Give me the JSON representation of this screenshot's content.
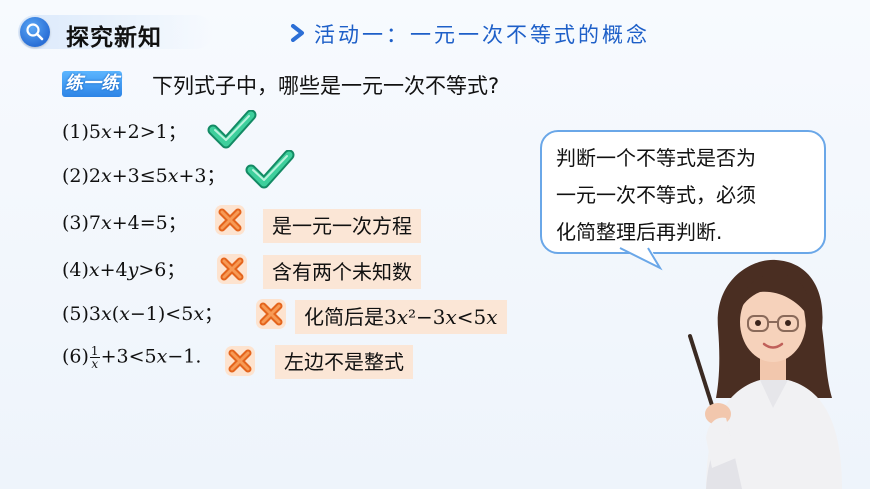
{
  "header": {
    "section_title": "探究新知",
    "activity_title": "活动一：一元一次不等式的概念"
  },
  "practice": {
    "tag": "练一练",
    "question": "下列式子中，哪些是一元一次不等式?"
  },
  "items": [
    {
      "label": "(1)5x+2>1；",
      "correct": true
    },
    {
      "label": "(2)2x+3≤5x+3；",
      "correct": true
    },
    {
      "label": "(3)7x+4=5；",
      "correct": false,
      "note": "是一元一次方程"
    },
    {
      "label": "(4)x+4y>6；",
      "correct": false,
      "note": "含有两个未知数"
    },
    {
      "label": "(5)3x(x−1)<5x；",
      "correct": false,
      "note": "化简后是3x²−3x<5x"
    },
    {
      "label": "(6)1/x+3<5x−1.",
      "correct": false,
      "note": "左边不是整式"
    }
  ],
  "bubble": {
    "text_lines": [
      "判断一个不等式是否为",
      "一元一次不等式，必须",
      "化简整理后再判断."
    ]
  },
  "colors": {
    "accent": "#1d5fc8",
    "check": "#2fbf8f",
    "cross": "#f07a2a",
    "note_bg": "#fbe6d6",
    "bubble_border": "#6aa7e8"
  }
}
